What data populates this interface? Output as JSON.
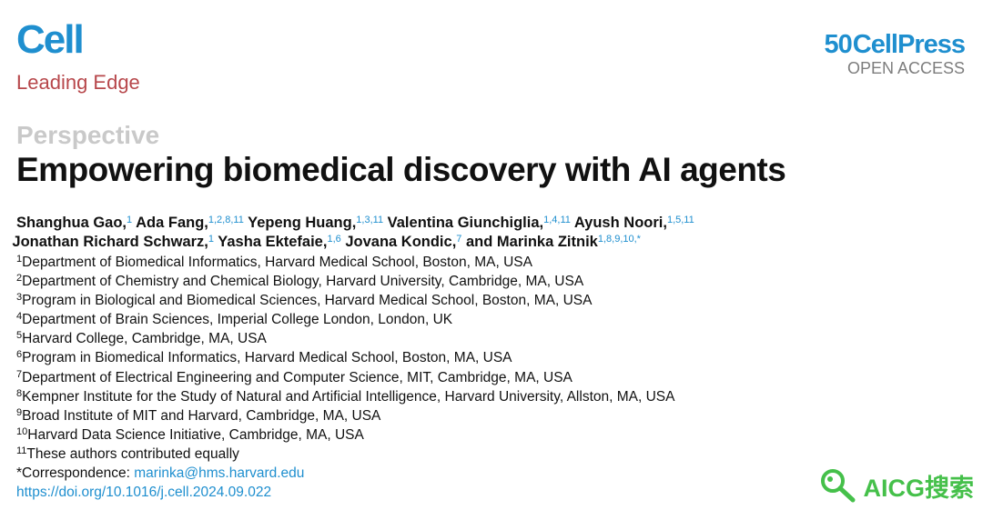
{
  "header": {
    "journal": "Cell",
    "section": "Leading Edge",
    "publisher_anniversary": "50",
    "publisher_name": "CellPress",
    "access": "OPEN ACCESS"
  },
  "article": {
    "type": "Perspective",
    "title": "Empowering biomedical discovery with AI agents"
  },
  "authors": [
    {
      "name": "Shanghua Gao,",
      "sup": "1"
    },
    {
      "name": " Ada Fang,",
      "sup": "1,2,8,11"
    },
    {
      "name": " Yepeng Huang,",
      "sup": "1,3,11"
    },
    {
      "name": " Valentina Giunchiglia,",
      "sup": "1,4,11"
    },
    {
      "name": " Ayush Noori,",
      "sup": "1,5,11"
    },
    {
      "name": " Jonathan Richard Schwarz,",
      "sup": "1"
    },
    {
      "name": " Yasha Ektefaie,",
      "sup": "1,6"
    },
    {
      "name": " Jovana Kondic,",
      "sup": "7"
    },
    {
      "name": " and Marinka Zitnik",
      "sup": "1,8,9,10,*"
    }
  ],
  "affiliations": [
    {
      "num": "1",
      "text": "Department of Biomedical Informatics, Harvard Medical School, Boston, MA, USA"
    },
    {
      "num": "2",
      "text": "Department of Chemistry and Chemical Biology, Harvard University, Cambridge, MA, USA"
    },
    {
      "num": "3",
      "text": "Program in Biological and Biomedical Sciences, Harvard Medical School, Boston, MA, USA"
    },
    {
      "num": "4",
      "text": "Department of Brain Sciences, Imperial College London, London, UK"
    },
    {
      "num": "5",
      "text": "Harvard College, Cambridge, MA, USA"
    },
    {
      "num": "6",
      "text": "Program in Biomedical Informatics, Harvard Medical School, Boston, MA, USA"
    },
    {
      "num": "7",
      "text": "Department of Electrical Engineering and Computer Science, MIT, Cambridge, MA, USA"
    },
    {
      "num": "8",
      "text": "Kempner Institute for the Study of Natural and Artificial Intelligence, Harvard University, Allston, MA, USA"
    },
    {
      "num": "9",
      "text": "Broad Institute of MIT and Harvard, Cambridge, MA, USA"
    },
    {
      "num": "10",
      "text": "Harvard Data Science Initiative, Cambridge, MA, USA"
    },
    {
      "num": "11",
      "text": "These authors contributed equally"
    }
  ],
  "correspondence": {
    "label": "*Correspondence: ",
    "email": "marinka@hms.harvard.edu"
  },
  "doi": "https://doi.org/10.1016/j.cell.2024.09.022",
  "watermark": {
    "text": "AICG搜索"
  },
  "colors": {
    "brand_blue": "#1f8fcf",
    "section_red": "#b7474b",
    "watermark_green": "#45c04a"
  }
}
